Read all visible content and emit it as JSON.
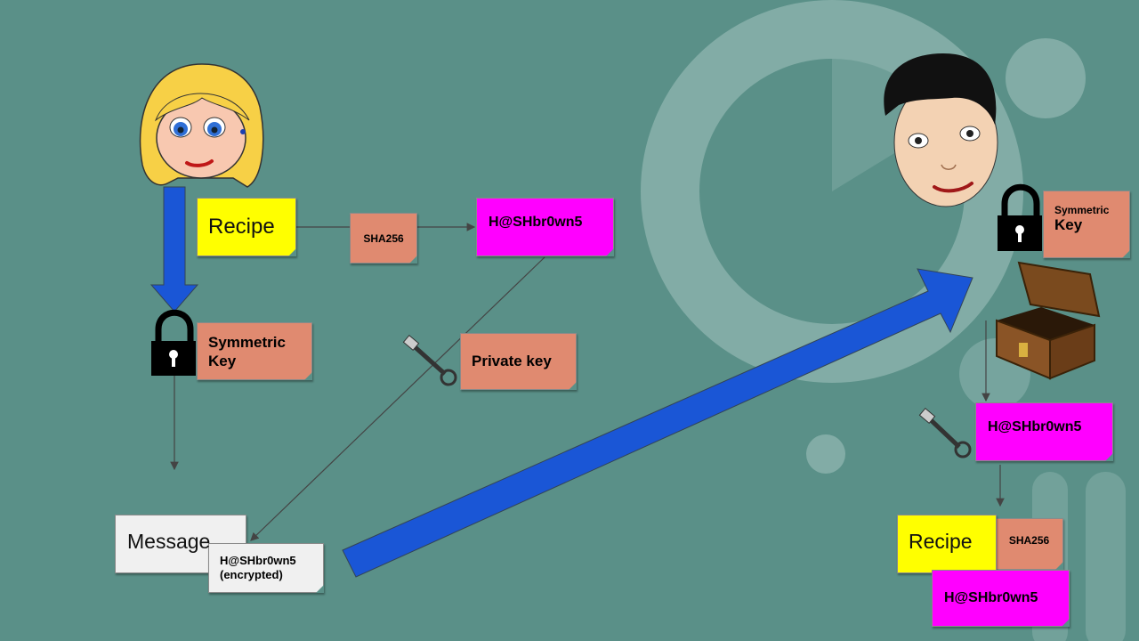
{
  "labels": {
    "recipe_left": "Recipe",
    "sha_left": "SHA256",
    "hash_top": "H@SHbr0wn5",
    "sym_key_left": "Symmetric\nKey",
    "private_key": "Private key",
    "message": "Message",
    "encrypted_line1": "H@SHbr0wn5",
    "encrypted_line2": "(encrypted)",
    "sym_key_right_line1": "Symmetric",
    "sym_key_right_line2": "Key",
    "hash_right": "H@SHbr0wn5",
    "recipe_right": "Recipe",
    "sha_right": "SHA256",
    "hash_bottom": "H@SHbr0wn5"
  },
  "colors": {
    "background": "#5a9088",
    "sticky_yellow": "#ffff00",
    "sticky_salmon": "#e08a70",
    "sticky_magenta": "#ff00ff",
    "sticky_white": "#f0f0f0",
    "arrow_blue": "#1a56d6"
  },
  "icons": [
    "woman-avatar-icon",
    "man-avatar-icon",
    "padlock-icon",
    "skeleton-key-icon",
    "treasure-chest-icon"
  ]
}
